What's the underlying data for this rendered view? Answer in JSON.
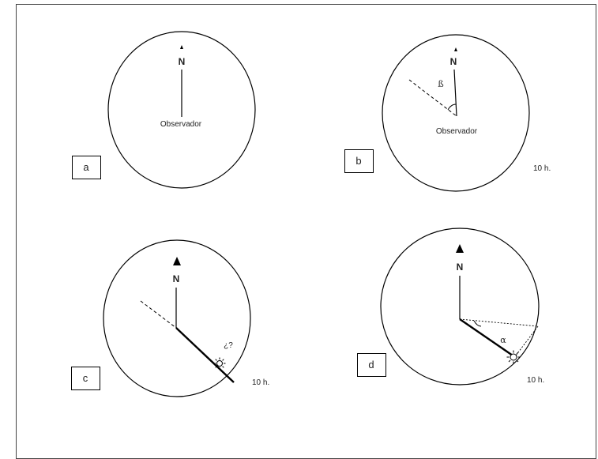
{
  "panels": [
    {
      "id": "a",
      "letter": "a",
      "north": "N",
      "observer": "Observador",
      "time": ""
    },
    {
      "id": "b",
      "letter": "b",
      "north": "N",
      "observer": "Observador",
      "time": "10 h.",
      "angle": "ß"
    },
    {
      "id": "c",
      "letter": "c",
      "north": "N",
      "time": "10 h.",
      "question": "¿?"
    },
    {
      "id": "d",
      "letter": "d",
      "north": "N",
      "time": "10 h.",
      "angle": "α"
    }
  ],
  "colors": {
    "stroke": "#000000",
    "border": "#444444",
    "background": "#ffffff"
  },
  "icons": {
    "sun": "sun-icon",
    "north_arrow": "north-arrow-icon"
  }
}
